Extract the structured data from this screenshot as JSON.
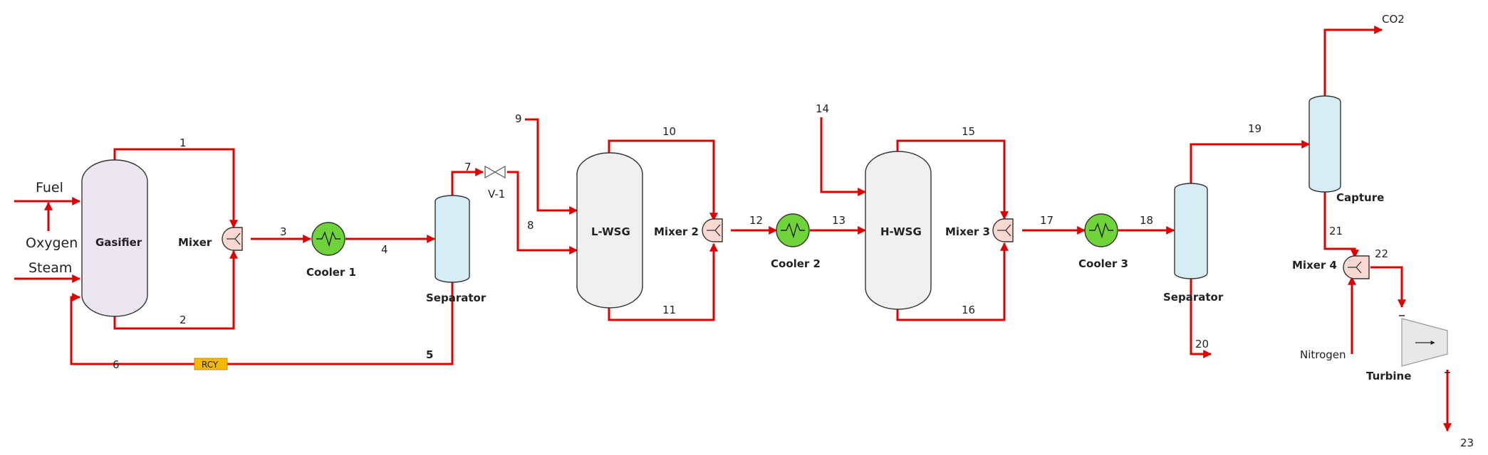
{
  "feeds": {
    "fuel": "Fuel",
    "oxygen": "Oxygen",
    "steam": "Steam",
    "nitrogen": "Nitrogen",
    "co2": "CO2"
  },
  "equipment": {
    "gasifier": "Gasifier",
    "mixer1": "Mixer",
    "cooler1": "Cooler 1",
    "separator1": "Separator",
    "valve": "V-1",
    "lwsg": "L-WSG",
    "mixer2": "Mixer 2",
    "cooler2": "Cooler 2",
    "hwsg": "H-WSG",
    "mixer3": "Mixer 3",
    "cooler3": "Cooler 3",
    "separator2": "Separator",
    "capture": "Capture",
    "mixer4": "Mixer 4",
    "turbine": "Turbine",
    "recycle": "RCY"
  },
  "streams": {
    "s1": "1",
    "s2": "2",
    "s3": "3",
    "s4": "4",
    "s5": "5",
    "s6": "6",
    "s7": "7",
    "s8": "8",
    "s9": "9",
    "s10": "10",
    "s11": "11",
    "s12": "12",
    "s13": "13",
    "s14": "14",
    "s15": "15",
    "s16": "16",
    "s17": "17",
    "s18": "18",
    "s19": "19",
    "s20": "20",
    "s21": "21",
    "s22": "22",
    "s23": "23"
  },
  "colors": {
    "stream": "#e00000",
    "gasifier_fill": "#ece6f0",
    "reactor_fill": "#f0f0f0",
    "column_fill": "#d6eef3",
    "cooler_fill": "#6fd43a",
    "mixer_fill": "#f8d8d0",
    "recycle_fill": "#f5b800"
  }
}
